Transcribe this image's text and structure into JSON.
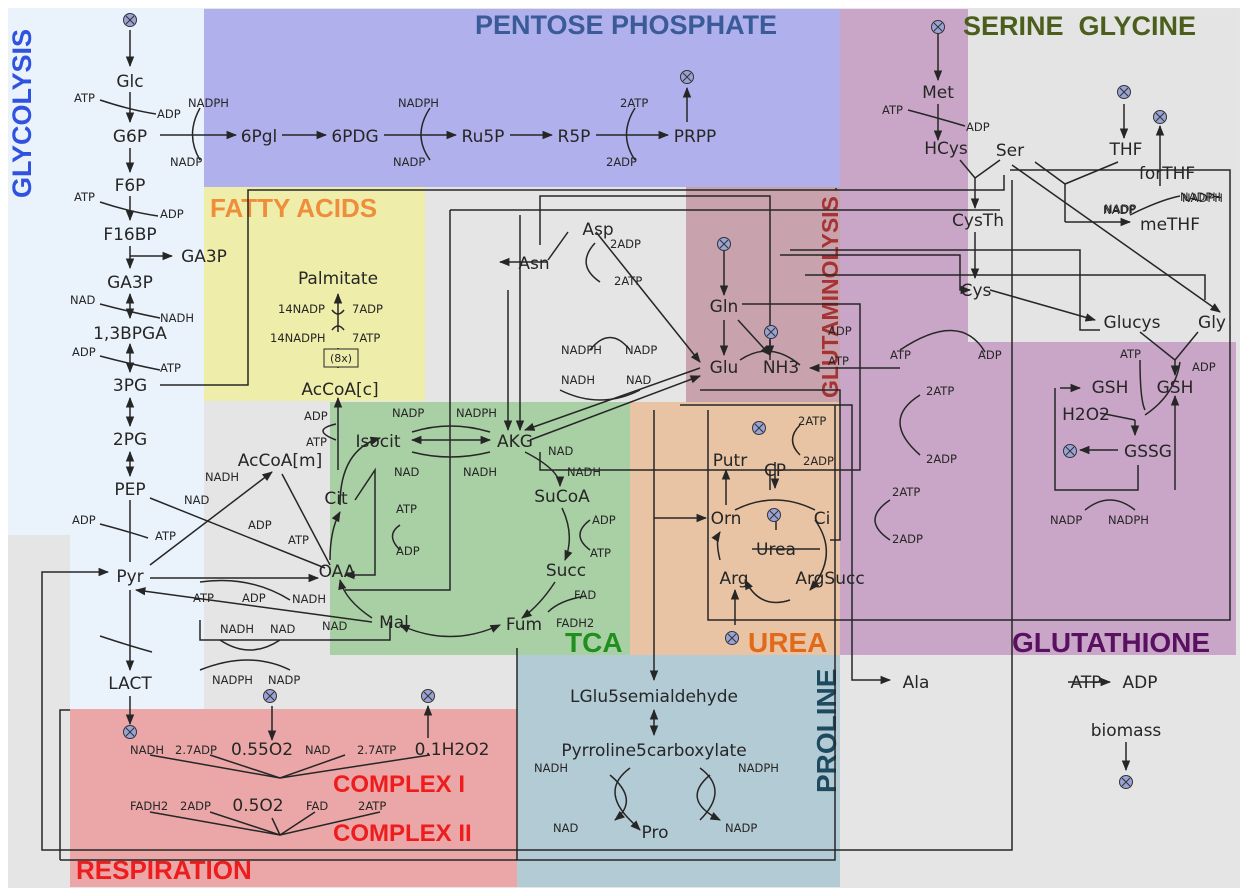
{
  "regions": {
    "glycolysis": "GLYCOLYSIS",
    "pentose": "PENTOSE PHOSPHATE",
    "serine_glycine": "SERINE  GLYCINE",
    "fatty_acids": "FATTY ACIDS",
    "glutaminolysis": "GLUTAMINOLYSIS",
    "tca": "TCA",
    "urea": "UREA",
    "glutathione": "GLUTATHIONE",
    "proline": "PROLINE",
    "respiration": "RESPIRATION",
    "complex1": "COMPLEX I",
    "complex2": "COMPLEX II"
  },
  "colors": {
    "glycolysis_bg": "#eaf2fb",
    "glycolysis_title": "#2f52e0",
    "pentose_bg": "#b0b1ec",
    "pentose_title": "#3a5a98",
    "serine_bg": "#e4e4e4",
    "serine_title": "#4b5e1c",
    "fatty_bg": "#eeeeaa",
    "fatty_title": "#ef8d3a",
    "glutaminolysis_bg": "#c8a3ae",
    "glutaminolysis_title": "#a63333",
    "tca_bg": "#a9d0a4",
    "tca_title": "#1f8f1f",
    "urea_bg": "#e8c4a4",
    "urea_title": "#e06a1a",
    "glutathione_bg": "#c9a6c7",
    "glutathione_title": "#5a1060",
    "proline_bg": "#b3cbd5",
    "proline_title": "#1e4a60",
    "respiration_bg": "#eba7a7",
    "respiration_title": "#ee1c1c",
    "neutral_bg": "#e5e5e5"
  },
  "metabolites": {
    "glc": "Glc",
    "g6p": "G6P",
    "f6p": "F6P",
    "f16bp": "F16BP",
    "ga3p": "GA3P",
    "ga3p2": "GA3P",
    "bpga": "1,3BPGA",
    "pg3": "3PG",
    "pg2": "2PG",
    "pep": "PEP",
    "pyr": "Pyr",
    "lact": "LACT",
    "pgl6": "6Pgl",
    "pdg6": "6PDG",
    "ru5p": "Ru5P",
    "r5p": "R5P",
    "prpp": "PRPP",
    "met": "Met",
    "hcys": "HCys",
    "ser": "Ser",
    "thf": "THF",
    "forthf": "forTHF",
    "methf": "meTHF",
    "cysth": "CysTh",
    "cys": "Cys",
    "glucys": "Glucys",
    "gly": "Gly",
    "palmitate": "Palmitate",
    "x8": "(8x)",
    "accoac": "AcCoA[c]",
    "accoam": "AcCoA[m]",
    "asp": "Asp",
    "asn": "Asn",
    "gln": "Gln",
    "glu": "Glu",
    "nh3": "NH3",
    "isocit": "Isocit",
    "akg": "AKG",
    "sucoa": "SuCoA",
    "succ": "Succ",
    "fum": "Fum",
    "mal": "Mal",
    "oaa": "OAA",
    "cit": "Cit",
    "putr": "Putr",
    "cp": "CP",
    "orn": "Orn",
    "ci": "Ci",
    "urea": "Urea",
    "arg": "Arg",
    "argsucc": "ArgSucc",
    "gsh1": "GSH",
    "gsh2": "GSH",
    "h2o2": "H2O2",
    "gssg": "GSSG",
    "lglu5": "LGlu5semialdehyde",
    "p5c": "Pyrroline5carboxylate",
    "pro": "Pro",
    "ala": "Ala",
    "atp_r": "ATP",
    "adp_r": "ADP",
    "biomass": "biomass",
    "o2_055": "0.55O2",
    "h2o2_01": "0.1H2O2",
    "o2_05": "0.5O2"
  },
  "cofactors": [
    "ATP",
    "ADP",
    "NADPH",
    "NADP",
    "ATP",
    "ADP",
    "NAD",
    "NADH",
    "ADP",
    "ATP",
    "NADPH",
    "NADP",
    "2ATP",
    "2ADP",
    "ATP",
    "ADP",
    "NADPH",
    "NADP",
    "14NADP",
    "7ADP",
    "14NADPH",
    "7ATP",
    "2ADP",
    "2ATP",
    "NADPH",
    "NADP",
    "NADH",
    "NAD",
    "ADP",
    "ATP",
    "NADH",
    "NAD",
    "ADP",
    "ATP",
    "ATP",
    "ADP",
    "ADP",
    "ATP",
    "NADP",
    "NADPH",
    "NAD",
    "NADH",
    "NAD",
    "NADH",
    "ADP",
    "ATP",
    "ATP",
    "ADP",
    "FAD",
    "FADH2",
    "NADH",
    "NAD",
    "NADH",
    "NAD",
    "NADPH",
    "NADP",
    "2ATP",
    "2ADP",
    "ADP",
    "ATP",
    "ATP",
    "ADP",
    "2ATP",
    "2ADP",
    "2ATP",
    "2ADP",
    "NADPH",
    "NADP",
    "ATP",
    "ADP",
    "NADP",
    "NADPH",
    "NADH",
    "NAD",
    "NADPH",
    "NADP",
    "NADH",
    "2.7ADP",
    "NAD",
    "2.7ATP",
    "FADH2",
    "2ADP",
    "FAD",
    "2ATP"
  ]
}
